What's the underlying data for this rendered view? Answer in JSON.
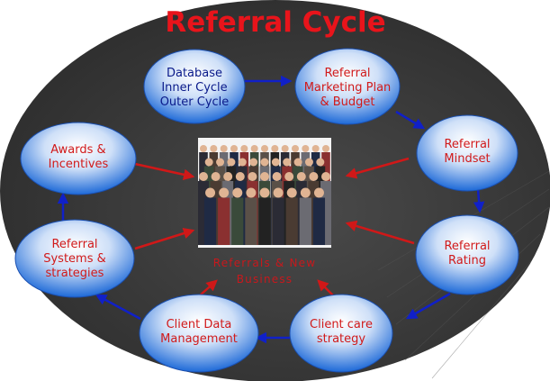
{
  "title": "Referral Cycle",
  "center_label": [
    "Referrals & New",
    "Business"
  ],
  "nodes": [
    {
      "id": "database",
      "lines": [
        "Database",
        "Inner Cycle",
        "Outer Cycle"
      ],
      "text_color": "#0a1a8a"
    },
    {
      "id": "marketing-plan",
      "lines": [
        "Referral",
        "Marketing Plan",
        "& Budget"
      ],
      "text_color": "#d11a1a"
    },
    {
      "id": "mindset",
      "lines": [
        "Referral",
        "Mindset"
      ],
      "text_color": "#d11a1a"
    },
    {
      "id": "rating",
      "lines": [
        "Referral",
        "Rating"
      ],
      "text_color": "#d11a1a"
    },
    {
      "id": "client-care",
      "lines": [
        "Client care",
        "strategy"
      ],
      "text_color": "#d11a1a"
    },
    {
      "id": "client-data",
      "lines": [
        "Client Data",
        "Management"
      ],
      "text_color": "#d11a1a"
    },
    {
      "id": "systems",
      "lines": [
        "Referral",
        "Systems &",
        "strategies"
      ],
      "text_color": "#d11a1a"
    },
    {
      "id": "awards",
      "lines": [
        "Awards &",
        "Incentives"
      ],
      "text_color": "#d11a1a"
    }
  ],
  "colors": {
    "background": "#3c3c3c",
    "title": "#e8141b",
    "cycle_arrow": "#1020c8",
    "center_arrow": "#d01818",
    "node_fill": "#1e6ad8"
  }
}
